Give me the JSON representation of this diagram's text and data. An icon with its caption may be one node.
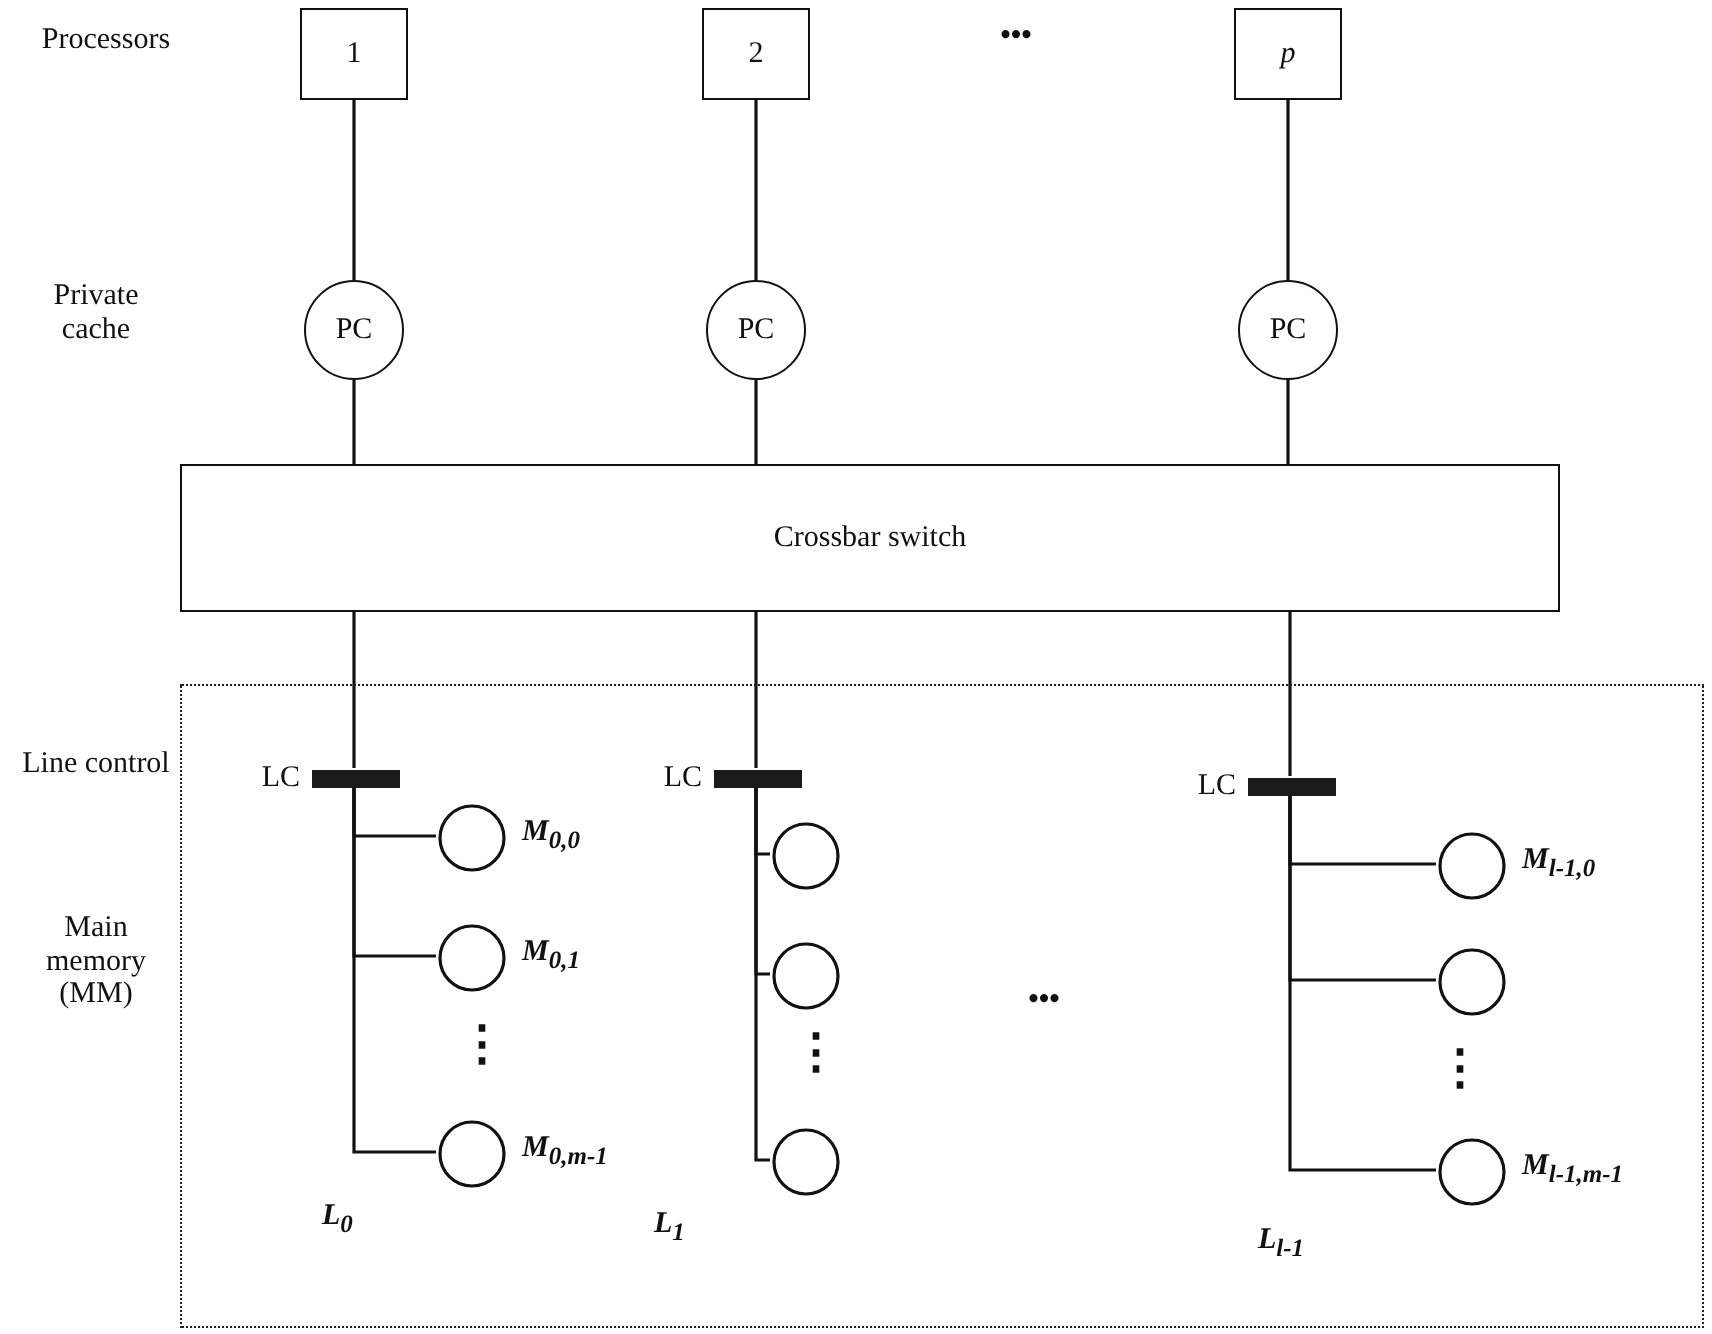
{
  "diagram": {
    "nodes": [
      {
        "text": [
          "1"
        ]
      },
      {
        "text": [
          "2"
        ]
      },
      {
        "text": [
          "p"
        ]
      },
      {
        "text": [
          "PC"
        ]
      },
      {
        "text": [
          "PC"
        ]
      },
      {
        "text": [
          "PC"
        ]
      },
      {
        "text": [
          "Crossbar switch"
        ]
      },
      {
        "text": [],
        "shape": "box"
      },
      {
        "text": [],
        "shape": "bar",
        "beside": [
          "LC"
        ],
        "in": 7
      },
      {
        "text": [],
        "shape": "circle",
        "beside": [
          "M$_{0,0}$"
        ],
        "in": 7
      },
      {
        "text": [],
        "shape": "circle",
        "beside": [
          "M$_{0,1}$"
        ],
        "in": 7
      },
      {
        "text": [],
        "shape": "circle",
        "beside": [
          "M$_{0,m-1}$"
        ],
        "in": 7
      },
      {
        "text": [],
        "shape": "bar",
        "beside": [
          "LC"
        ],
        "in": 7
      },
      {
        "text": [],
        "shape": "circle",
        "in": 7
      },
      {
        "text": [],
        "shape": "circle",
        "in": 7
      },
      {
        "text": [],
        "shape": "circle",
        "in": 7
      },
      {
        "text": [],
        "shape": "bar",
        "beside": [
          "LC"
        ],
        "in": 7
      },
      {
        "text": [],
        "shape": "circle",
        "beside": [
          "M$_{l-1,0}$"
        ],
        "in": 7
      },
      {
        "text": [],
        "shape": "circle",
        "in": 7
      },
      {
        "text": [],
        "shape": "circle",
        "beside": [
          "M$_{l-1,m-1}$"
        ],
        "in": 7
      }
    ],
    "edges": [
      {
        "from": 0,
        "to": 3,
        "arrow": "none"
      },
      {
        "from": 1,
        "to": 4,
        "arrow": "none"
      },
      {
        "from": 2,
        "to": 5,
        "arrow": "none"
      },
      {
        "from": 3,
        "to": 6,
        "arrow": "none"
      },
      {
        "from": 4,
        "to": 6,
        "arrow": "none"
      },
      {
        "from": 5,
        "to": 6,
        "arrow": "none"
      },
      {
        "from": 6,
        "to": 8,
        "arrow": "none"
      },
      {
        "from": 6,
        "to": 12,
        "arrow": "none"
      },
      {
        "from": 6,
        "to": 16,
        "arrow": "none"
      },
      {
        "from": 8,
        "to": 9,
        "arrow": "none"
      },
      {
        "from": 8,
        "to": 10,
        "arrow": "none"
      },
      {
        "from": 8,
        "to": 11,
        "arrow": "none",
        "label": "L$_{0}$"
      },
      {
        "from": 12,
        "to": 13,
        "arrow": "none"
      },
      {
        "from": 12,
        "to": 14,
        "arrow": "none"
      },
      {
        "from": 12,
        "to": 15,
        "arrow": "none",
        "label": "L$_{1}$"
      },
      {
        "from": 16,
        "to": 17,
        "arrow": "none"
      },
      {
        "from": 16,
        "to": 18,
        "arrow": "none"
      },
      {
        "from": 16,
        "to": 19,
        "arrow": "none",
        "label": "L$_{l-1}$"
      }
    ],
    "labels": [
      "Processors",
      "•••",
      "Private cache",
      "Line control",
      "Main memory (MM)",
      "⋮",
      "⋮",
      "•••",
      "⋮"
    ]
  }
}
